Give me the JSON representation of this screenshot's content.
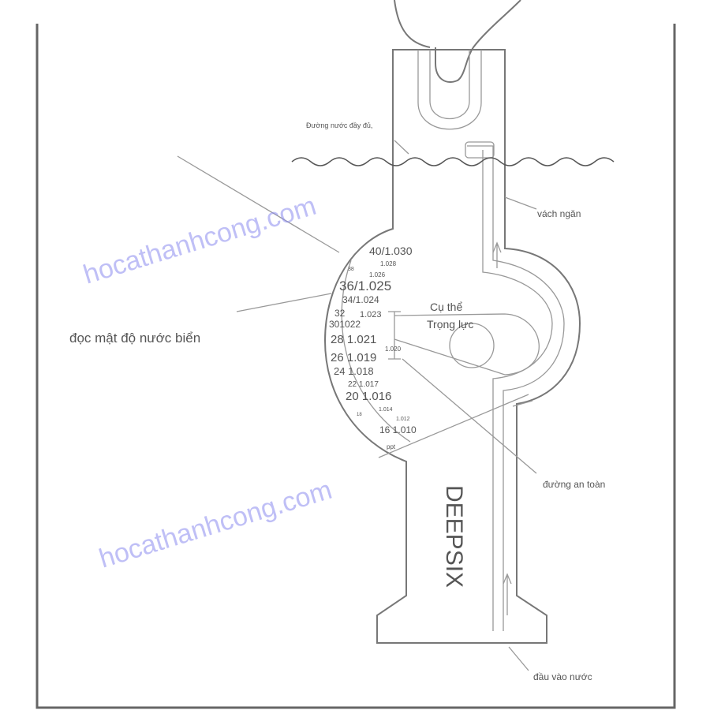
{
  "labels": {
    "full_waterline": "Đường nước đầy đủ,",
    "baffle": "vách ngăn",
    "read_density": "đọc mật độ nước biển",
    "specific_gravity_1": "Cụ thể",
    "specific_gravity_2": "Trọng lực",
    "safe_line": "đường an toàn",
    "water_inlet": "đầu vào nước",
    "brand": "DEEPSIX"
  },
  "scale": [
    "40/1.030",
    "1.028",
    "38",
    "1.026",
    "36/1.025",
    "34/1.024",
    "32",
    "1.023",
    "301022",
    "28 1.021",
    "1.020",
    "26 1.019",
    "24 1.018",
    "22 1.017",
    "20 1.016",
    "1.014",
    "18",
    "1.012",
    "16 1.010",
    "ppt"
  ],
  "watermark": "hocathanhcong.com"
}
